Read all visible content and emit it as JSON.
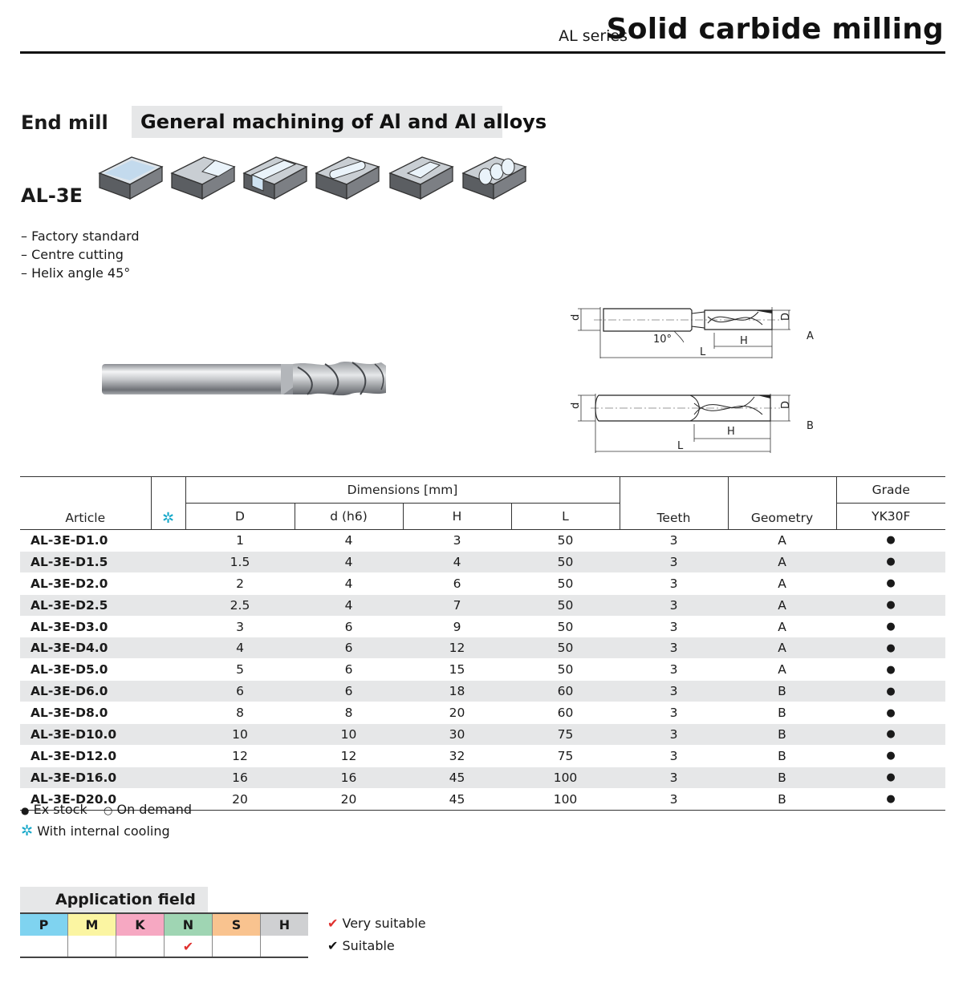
{
  "header": {
    "series": "AL series",
    "title": "Solid carbide milling"
  },
  "product": {
    "type": "End mill",
    "application": "General machining of Al and Al alloys",
    "code": "AL-3E",
    "features": [
      "– Factory standard",
      "– Centre cutting",
      "– Helix angle 45°"
    ]
  },
  "drawing": {
    "angle": "10°",
    "dim_d": "d",
    "dim_D": "D",
    "dim_L": "L",
    "dim_H": "H",
    "geometry_a": "A",
    "geometry_b": "B"
  },
  "table": {
    "col_article": "Article",
    "col_dimensions": "Dimensions [mm]",
    "col_D": "D",
    "col_d": "d (h6)",
    "col_H": "H",
    "col_L": "L",
    "col_teeth": "Teeth",
    "col_geometry": "Geometry",
    "col_grade": "Grade",
    "col_grade_name": "YK30F",
    "cooling_symbol": "✲",
    "rows": [
      {
        "article": "AL-3E-D1.0",
        "D": "1",
        "d": "4",
        "H": "3",
        "L": "50",
        "teeth": "3",
        "geometry": "A",
        "stock": "●"
      },
      {
        "article": "AL-3E-D1.5",
        "D": "1.5",
        "d": "4",
        "H": "4",
        "L": "50",
        "teeth": "3",
        "geometry": "A",
        "stock": "●"
      },
      {
        "article": "AL-3E-D2.0",
        "D": "2",
        "d": "4",
        "H": "6",
        "L": "50",
        "teeth": "3",
        "geometry": "A",
        "stock": "●"
      },
      {
        "article": "AL-3E-D2.5",
        "D": "2.5",
        "d": "4",
        "H": "7",
        "L": "50",
        "teeth": "3",
        "geometry": "A",
        "stock": "●"
      },
      {
        "article": "AL-3E-D3.0",
        "D": "3",
        "d": "6",
        "H": "9",
        "L": "50",
        "teeth": "3",
        "geometry": "A",
        "stock": "●"
      },
      {
        "article": "AL-3E-D4.0",
        "D": "4",
        "d": "6",
        "H": "12",
        "L": "50",
        "teeth": "3",
        "geometry": "A",
        "stock": "●"
      },
      {
        "article": "AL-3E-D5.0",
        "D": "5",
        "d": "6",
        "H": "15",
        "L": "50",
        "teeth": "3",
        "geometry": "A",
        "stock": "●"
      },
      {
        "article": "AL-3E-D6.0",
        "D": "6",
        "d": "6",
        "H": "18",
        "L": "60",
        "teeth": "3",
        "geometry": "B",
        "stock": "●"
      },
      {
        "article": "AL-3E-D8.0",
        "D": "8",
        "d": "8",
        "H": "20",
        "L": "60",
        "teeth": "3",
        "geometry": "B",
        "stock": "●"
      },
      {
        "article": "AL-3E-D10.0",
        "D": "10",
        "d": "10",
        "H": "30",
        "L": "75",
        "teeth": "3",
        "geometry": "B",
        "stock": "●"
      },
      {
        "article": "AL-3E-D12.0",
        "D": "12",
        "d": "12",
        "H": "32",
        "L": "75",
        "teeth": "3",
        "geometry": "B",
        "stock": "●"
      },
      {
        "article": "AL-3E-D16.0",
        "D": "16",
        "d": "16",
        "H": "45",
        "L": "100",
        "teeth": "3",
        "geometry": "B",
        "stock": "●"
      },
      {
        "article": "AL-3E-D20.0",
        "D": "20",
        "d": "20",
        "H": "45",
        "L": "100",
        "teeth": "3",
        "geometry": "B",
        "stock": "●"
      }
    ]
  },
  "legend": {
    "ex_stock_symbol": "●",
    "ex_stock": "Ex stock",
    "on_demand_symbol": "○",
    "on_demand": "On demand",
    "cooling_symbol": "✲",
    "cooling": "With internal cooling"
  },
  "application_field": {
    "title": "Application field",
    "groups": [
      {
        "code": "P",
        "color": "#7fd3f0",
        "mark": ""
      },
      {
        "code": "M",
        "color": "#fbf5a2",
        "mark": ""
      },
      {
        "code": "K",
        "color": "#f6a8c2",
        "mark": ""
      },
      {
        "code": "N",
        "color": "#9fd5b3",
        "mark": "✔",
        "mark_color": "#e0312f"
      },
      {
        "code": "S",
        "color": "#f9c38f",
        "mark": ""
      },
      {
        "code": "H",
        "color": "#cfd0d2",
        "mark": ""
      }
    ],
    "very_suitable_symbol": "✔",
    "very_suitable": "Very suitable",
    "suitable_symbol": "✔",
    "suitable": "Suitable"
  }
}
